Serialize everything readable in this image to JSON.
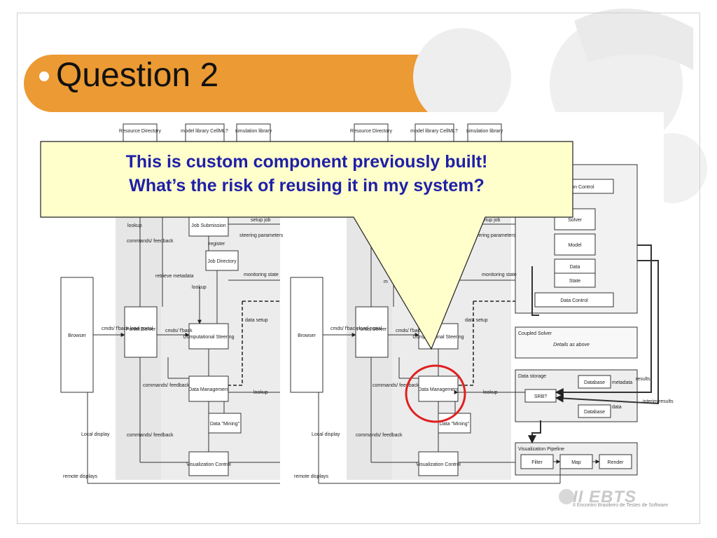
{
  "slide": {
    "title": "Question 2",
    "callout": {
      "line1": "This is custom component previously built!",
      "line2": "What’s the risk of reusing it in my system?"
    },
    "logo": {
      "text": "II EBTS",
      "subtitle": "II Encontro Brasileiro de Testes de Software"
    }
  },
  "diagram": {
    "left": {
      "top_boxes": [
        "Resource Directory",
        "model library CellML?",
        "simulation library"
      ],
      "browser": "Browser",
      "portlet": "Portlet Server",
      "job_submission": "Job Submission",
      "job_directory": "Job Directory",
      "comp_steering": "Computational Steering",
      "data_mgmt": "Data Management",
      "data_mining": "Data \"Mining\"",
      "viz_control": "Visualization Control",
      "labels": {
        "lookup1": "lookup",
        "cmds_feedback": "commands/ feedback",
        "register": "register",
        "retrieve": "retrieve metadata",
        "lookup2": "lookup",
        "setup_job": "setup job",
        "steering_params": "steering parameters",
        "monitoring": "monitoring state",
        "data_setup": "data setup",
        "cmds_fback_load": "cmds/ f'back load portal",
        "cmds_fback": "cmds/ f'back",
        "cmds_feedback2": "commands/ feedback",
        "lookup3": "lookup",
        "cmds_feedback3": "commands/ feedback",
        "local_display": "Local display",
        "remote_displays": "remote displays"
      }
    },
    "right": {
      "top_boxes": [
        "Resource Directory",
        "model library CellML?",
        "simulation library"
      ],
      "browser": "Browser",
      "portlet": "Portlet Server",
      "comp_steering": "Computational Steering",
      "data_mgmt": "Data Management",
      "data_mining": "Data \"Mining\"",
      "viz_control": "Visualization Control",
      "sim_panel": {
        "simulation_control": "Simulation Control",
        "solver": "Solver",
        "model": "Model",
        "data": "Data",
        "state": "State",
        "data_control": "Data Control"
      },
      "coupled_solver": {
        "title": "Coupled Solver",
        "details": "Details as above"
      },
      "data_storage": {
        "title": "Data storage",
        "database1": "Database",
        "database2": "Database",
        "srb": "SRB?",
        "metadata1": "metadata",
        "metadata2": "data",
        "results": "results",
        "interim": "interim results"
      },
      "viz_pipeline": {
        "title": "Visualization Pipeline",
        "filter": "Filter",
        "map": "Map",
        "render": "Render"
      },
      "labels": {
        "setup_job": "setup job",
        "steering_params": "steering parameters",
        "monitoring": "monitoring state",
        "data_setup": "data setup",
        "cmds_fback_load": "cmds/ f'back load portal",
        "cmds_fback": "cmds/ f'back",
        "cmds_feedback2": "commands/ feedback",
        "lookup": "lookup",
        "cmds_feedback3": "commands/ feedback",
        "local_display": "Local display",
        "remote_displays": "remote displays",
        "m_label": "m"
      }
    }
  },
  "colors": {
    "title_bar": "#ec9a33",
    "callout_fill": "#ffffcc",
    "callout_text": "#1f1fa8",
    "highlight_circle": "#e02020",
    "deco_gray": "#eeeeee"
  }
}
